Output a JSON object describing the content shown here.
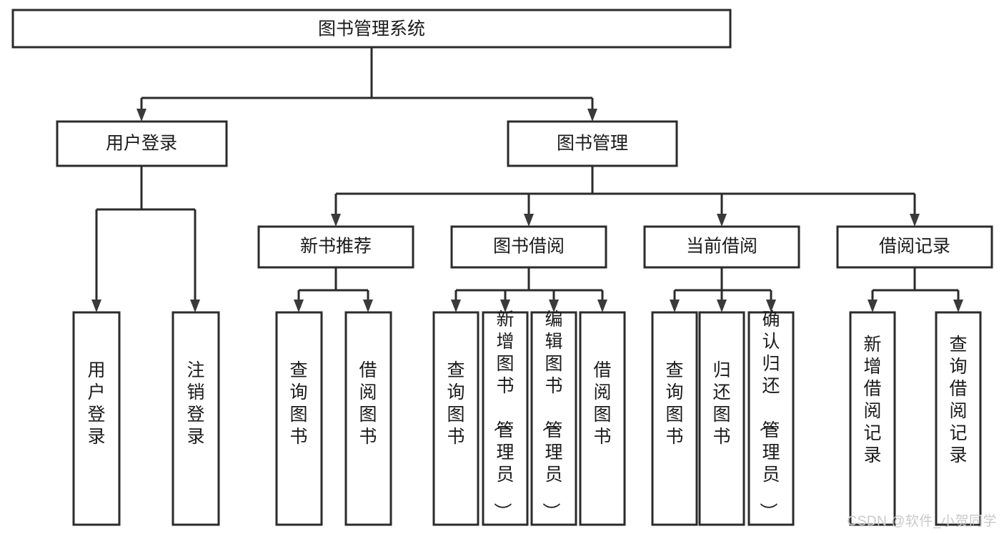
{
  "diagram": {
    "title": "图书管理系统",
    "type": "tree",
    "orientation": "top-down",
    "colors": {
      "box_stroke": "#2b2b2b",
      "box_fill": "#ffffff",
      "connector": "#2b2b2b",
      "arrow": "#3a3a3a",
      "text": "#1a1a1a",
      "watermark": "#c9c9c9",
      "background": "#ffffff"
    },
    "root": {
      "label": "图书管理系统"
    },
    "level2": [
      {
        "label": "用户登录"
      },
      {
        "label": "图书管理"
      }
    ],
    "level3": [
      {
        "label": "新书推荐"
      },
      {
        "label": "图书借阅"
      },
      {
        "label": "当前借阅"
      },
      {
        "label": "借阅记录"
      }
    ],
    "leaves": {
      "user_login": [
        {
          "label": "用户登录"
        },
        {
          "label": "注销登录"
        }
      ],
      "new_book_recommend": [
        {
          "label": "查询图书"
        },
        {
          "label": "借阅图书"
        }
      ],
      "book_borrow": [
        {
          "label": "查询图书"
        },
        {
          "label": "新增图书（管理员）"
        },
        {
          "label": "编辑图书（管理员）"
        },
        {
          "label": "借阅图书"
        }
      ],
      "current_borrow": [
        {
          "label": "查询图书"
        },
        {
          "label": "归还图书"
        },
        {
          "label": "确认归还（管理员）"
        }
      ],
      "borrow_records": [
        {
          "label": "新增借阅记录"
        },
        {
          "label": "查询借阅记录"
        }
      ]
    }
  },
  "watermark": {
    "text": "CSDN @软件_小贺同学"
  }
}
